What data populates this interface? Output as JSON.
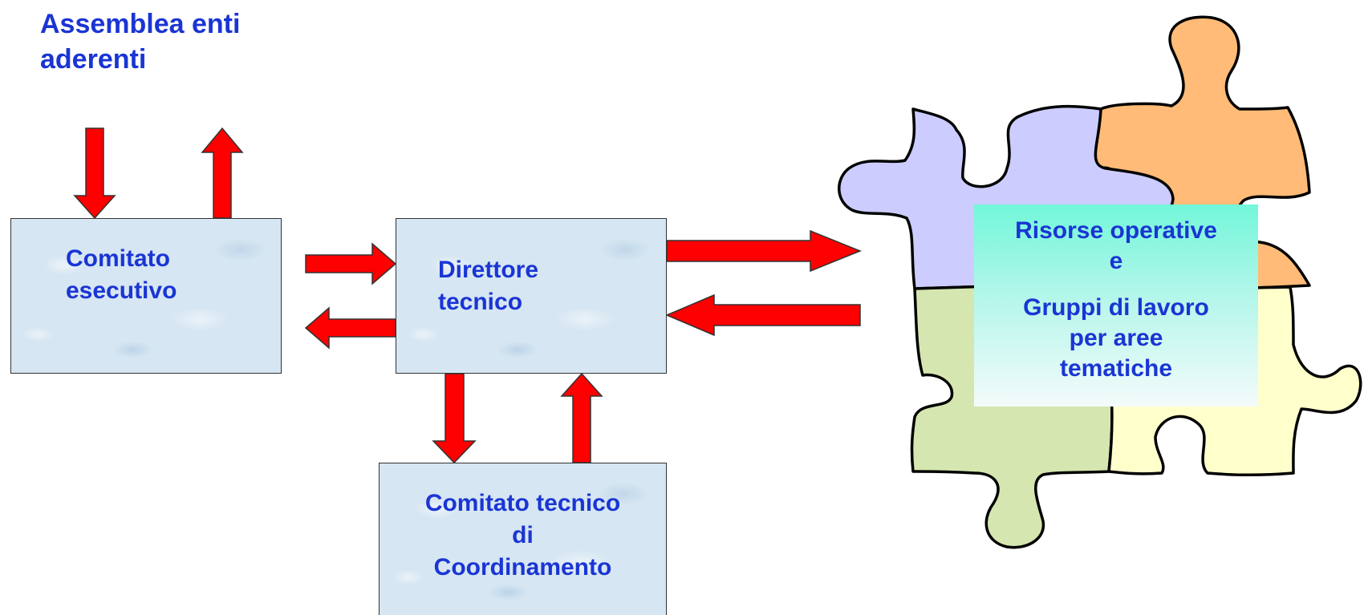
{
  "header": {
    "title_line1": "Assemblea enti",
    "title_line2": "aderenti"
  },
  "boxes": {
    "comitato_esecutivo": {
      "line1": "Comitato",
      "line2": "esecutivo"
    },
    "direttore_tecnico": {
      "line1": "Direttore",
      "line2": "tecnico"
    },
    "comitato_tecnico": {
      "line1": "Comitato tecnico",
      "line2": "di",
      "line3": "Coordinamento"
    }
  },
  "risorse": {
    "line1": "Risorse operative",
    "line2": "e",
    "line3": "Gruppi di lavoro",
    "line4": "per aree",
    "line5": "tematiche"
  },
  "colors": {
    "text": "#1a35d4",
    "arrow_fill": "#ff0000",
    "box_fill": "#d6e6f2",
    "puzzle_purple": "#ccccff",
    "puzzle_orange": "#ffbb77",
    "puzzle_green": "#d5e6b0",
    "puzzle_yellow": "#ffffcc"
  }
}
